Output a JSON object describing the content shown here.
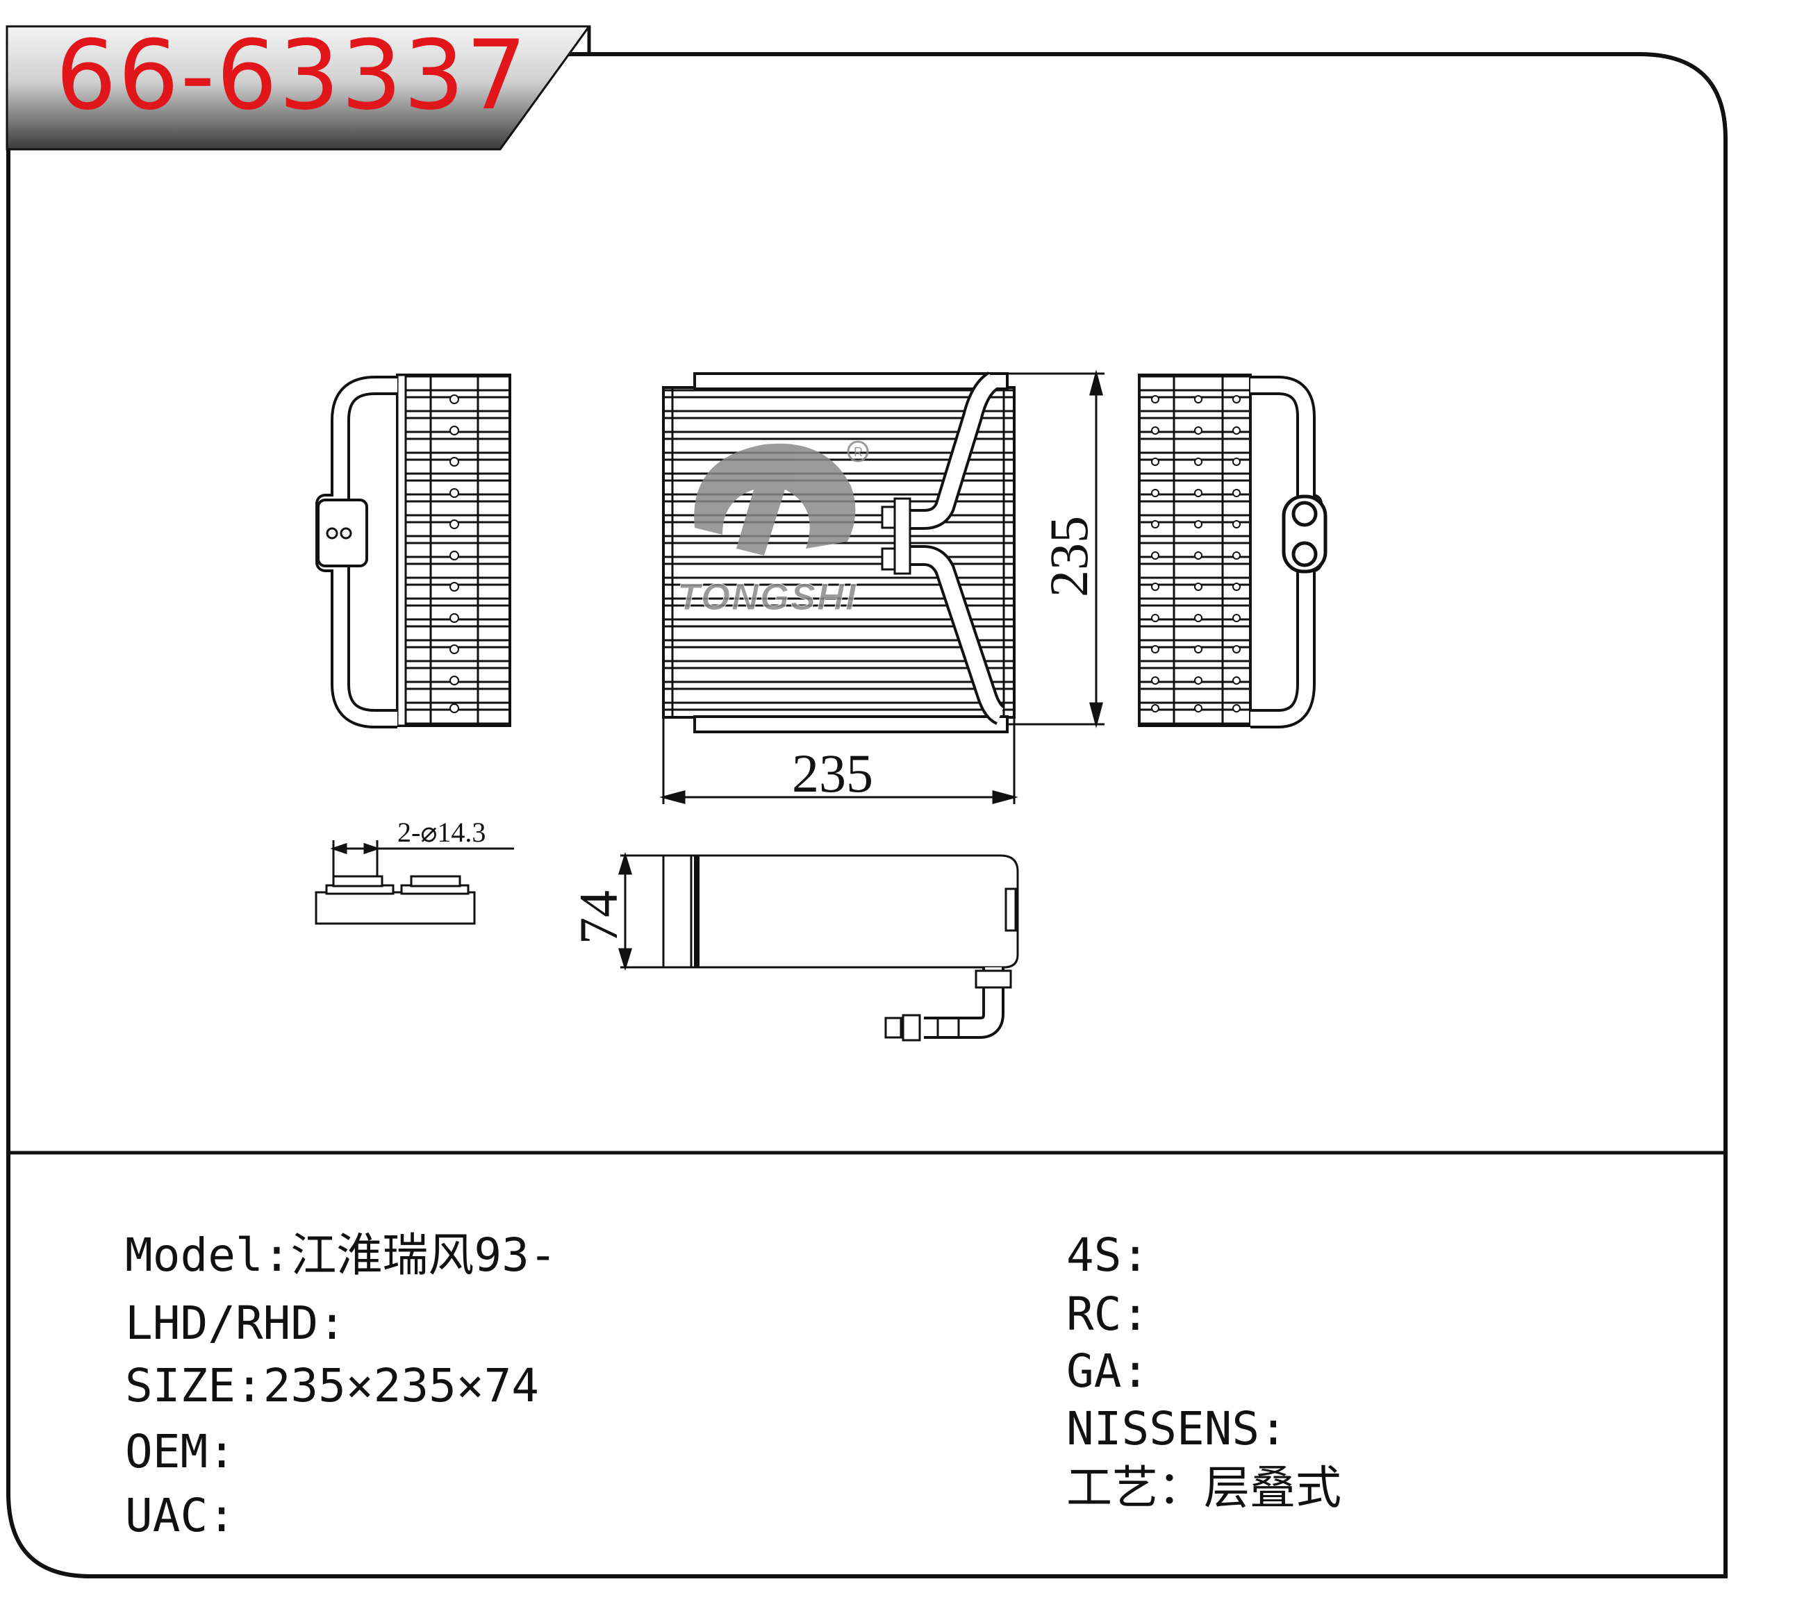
{
  "header": {
    "part_number": "66-63337"
  },
  "drawing": {
    "logo_text": "TONGSHI",
    "registered_mark": "R",
    "dim_width": "235",
    "dim_height": "235",
    "dim_depth": "74",
    "dim_pipe": "2-⌀14.3"
  },
  "specs_left": [
    {
      "label": "Model:",
      "value": "江淮瑞风93-"
    },
    {
      "label": "LHD/RHD:",
      "value": ""
    },
    {
      "label": "SIZE:",
      "value": "235×235×74"
    },
    {
      "label": "OEM:",
      "value": ""
    },
    {
      "label": "UAC:",
      "value": ""
    }
  ],
  "specs_right": [
    {
      "label": "4S:",
      "value": ""
    },
    {
      "label": "RC:",
      "value": ""
    },
    {
      "label": "GA:",
      "value": ""
    },
    {
      "label": "NISSENS:",
      "value": ""
    },
    {
      "label": "工艺：",
      "value": "层叠式"
    }
  ],
  "colors": {
    "title_red": "#e0161a",
    "line": "#111111",
    "logo_gray": "#8a8a8a"
  }
}
